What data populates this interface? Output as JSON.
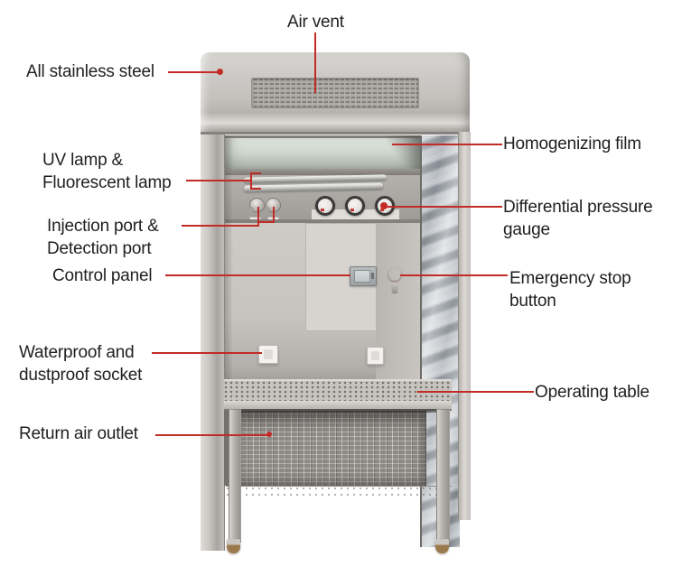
{
  "diagram_title": "Labeled diagram of a stainless steel clean booth / weighing hood",
  "colors": {
    "leader_red": "#c22b26",
    "label_text": "#1f1f1f",
    "emergency_red": "#c01414",
    "bg": "#ffffff"
  },
  "callouts": {
    "air_vent": "Air vent",
    "all_stainless_steel": "All stainless steel",
    "homogenizing_film": "Homogenizing film",
    "uv_fluorescent_lamp": "UV lamp &\nFluorescent lamp",
    "injection_detection_port": "Injection port &\nDetection port",
    "differential_pressure_gauge": "Differential pressure\ngauge",
    "control_panel": "Control panel",
    "emergency_stop_button": "Emergency stop\nbutton",
    "waterproof_socket": "Waterproof and\ndustproof socket",
    "operating_table": "Operating table",
    "return_air_outlet": "Return air outlet"
  }
}
